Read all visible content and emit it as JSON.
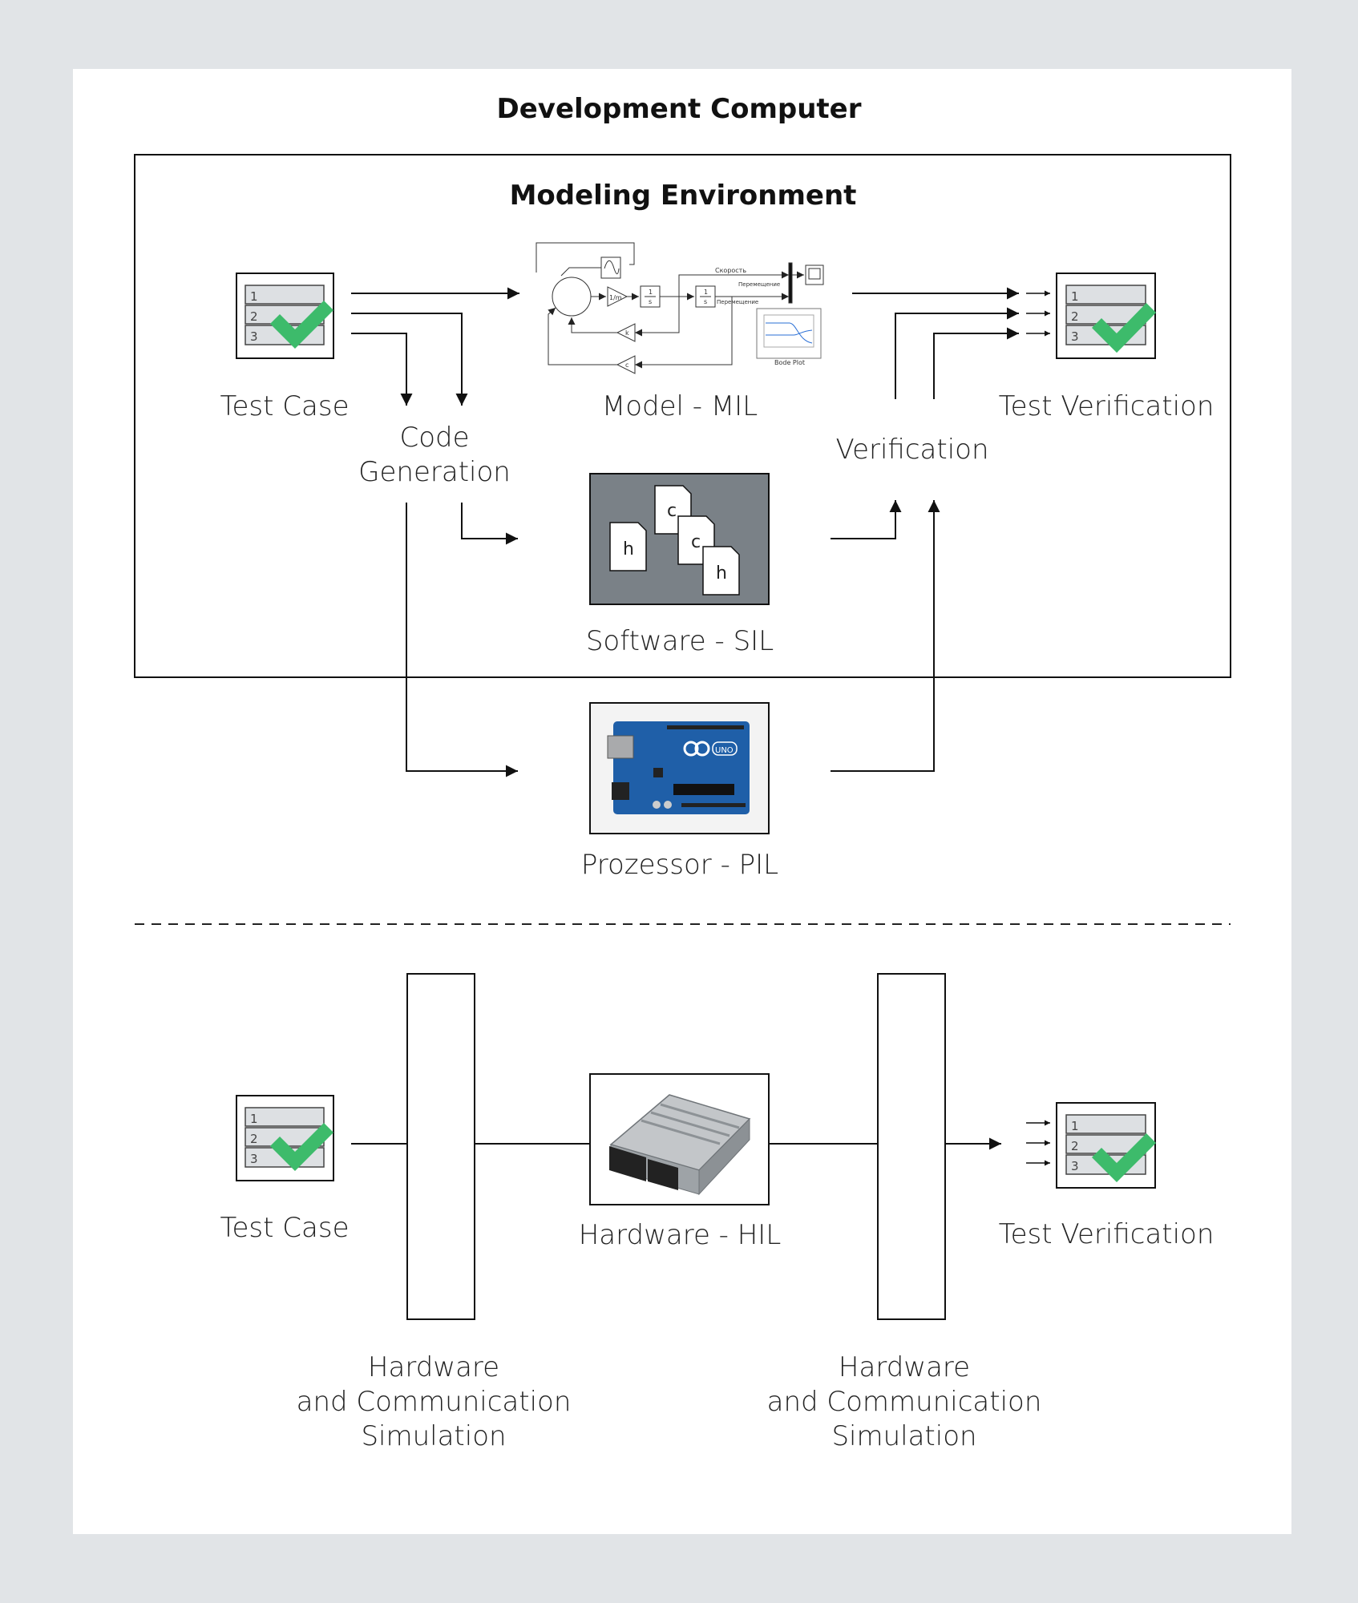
{
  "titles": {
    "dev_computer": "Development Computer",
    "modeling_env": "Modeling Environment"
  },
  "labels": {
    "test_case_top": "Test Case",
    "code_generation": "Code\nGeneration",
    "model_mil": "Model - MIL",
    "verification": "Verification",
    "test_verification_top": "Test Verification",
    "software_sil": "Software - SIL",
    "prozessor_pil": "Prozessor - PIL",
    "test_case_bottom": "Test Case",
    "hardware_hil": "Hardware - HIL",
    "test_verification_bottom": "Test Verification",
    "hw_comm_sim_left": "Hardware\nand Communication\nSimulation",
    "hw_comm_sim_right": "Hardware\nand Communication\nSimulation"
  },
  "test_table": {
    "rows": [
      "1",
      "2",
      "3"
    ]
  },
  "model_diagram": {
    "gain_label": "1/m",
    "integrator_num": "1",
    "integrator_den": "s",
    "signal_speed": "Скорость",
    "signal_displacement": "Перемещение",
    "gain_k": "k",
    "gain_c": "c",
    "bode_plot": "Bode Plot"
  },
  "files": {
    "h": "h",
    "c": "c"
  },
  "board": {
    "brand": "UNO"
  },
  "colors": {
    "background": "#e1e4e7",
    "panel": "#ffffff",
    "check": "#3dbb6b",
    "sil_box": "#7a8187",
    "board": "#1f5fa8"
  }
}
